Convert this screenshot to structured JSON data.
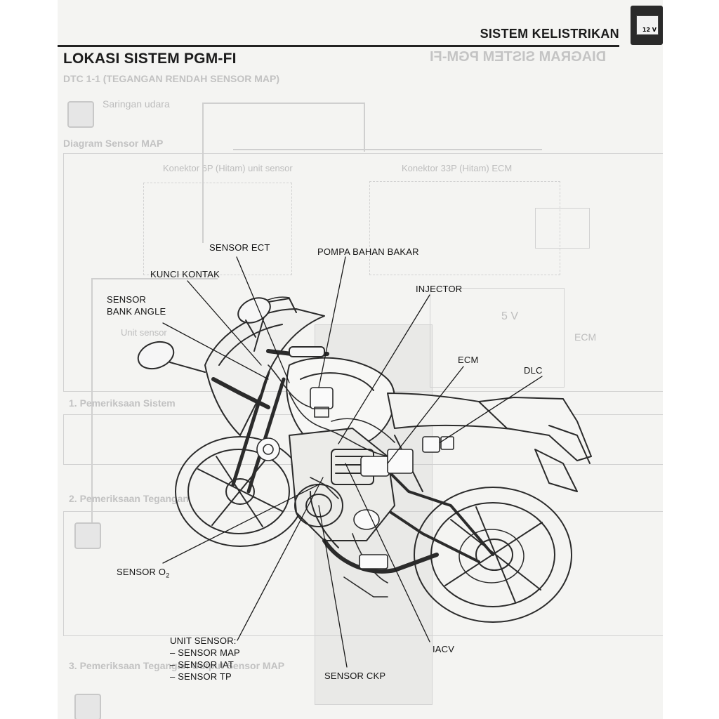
{
  "header": {
    "section_title": "SISTEM KELISTRIKAN",
    "voltage_badge": "12 V",
    "page_title": "LOKASI SISTEM PGM-FI",
    "badge_icon": "battery-icon"
  },
  "callouts": {
    "sensor_ect": "SENSOR ECT",
    "pompa_bahan_bakar": "POMPA BAHAN BAKAR",
    "kunci_kontak": "KUNCI KONTAK",
    "injector": "INJECTOR",
    "sensor_bank_angle_1": "SENSOR",
    "sensor_bank_angle_2": "BANK ANGLE",
    "ecm": "ECM",
    "dlc": "DLC",
    "sensor_o2_prefix": "SENSOR O",
    "sensor_o2_sub": "2",
    "unit_sensor": "UNIT SENSOR:",
    "sensor_map": "– SENSOR MAP",
    "sensor_iat": "– SENSOR IAT",
    "sensor_tp": "– SENSOR TP",
    "iacv": "IACV",
    "sensor_ckp": "SENSOR CKP"
  },
  "bleed_through": {
    "mirrored_title": "DIAGRAM SISTEM PGM-FI",
    "dtc_line": "DTC 1-1 (TEGANGAN RENDAH SENSOR MAP)",
    "bullet_1": "Saringan udara",
    "diagram_heading": "Diagram Sensor MAP",
    "connector_1": "Konektor 6P (Hitam) unit sensor",
    "connector_2": "Konektor 33P (Hitam) ECM",
    "step_1": "1. Pemeriksaan Sistem",
    "step_2": "2. Pemeriksaan Tegangan",
    "step_3": "3. Pemeriksaan Tegangan Output Sensor MAP",
    "ecm_label": "ECM",
    "v5": "5 V",
    "unit_sensor_ghost": "Unit sensor"
  }
}
